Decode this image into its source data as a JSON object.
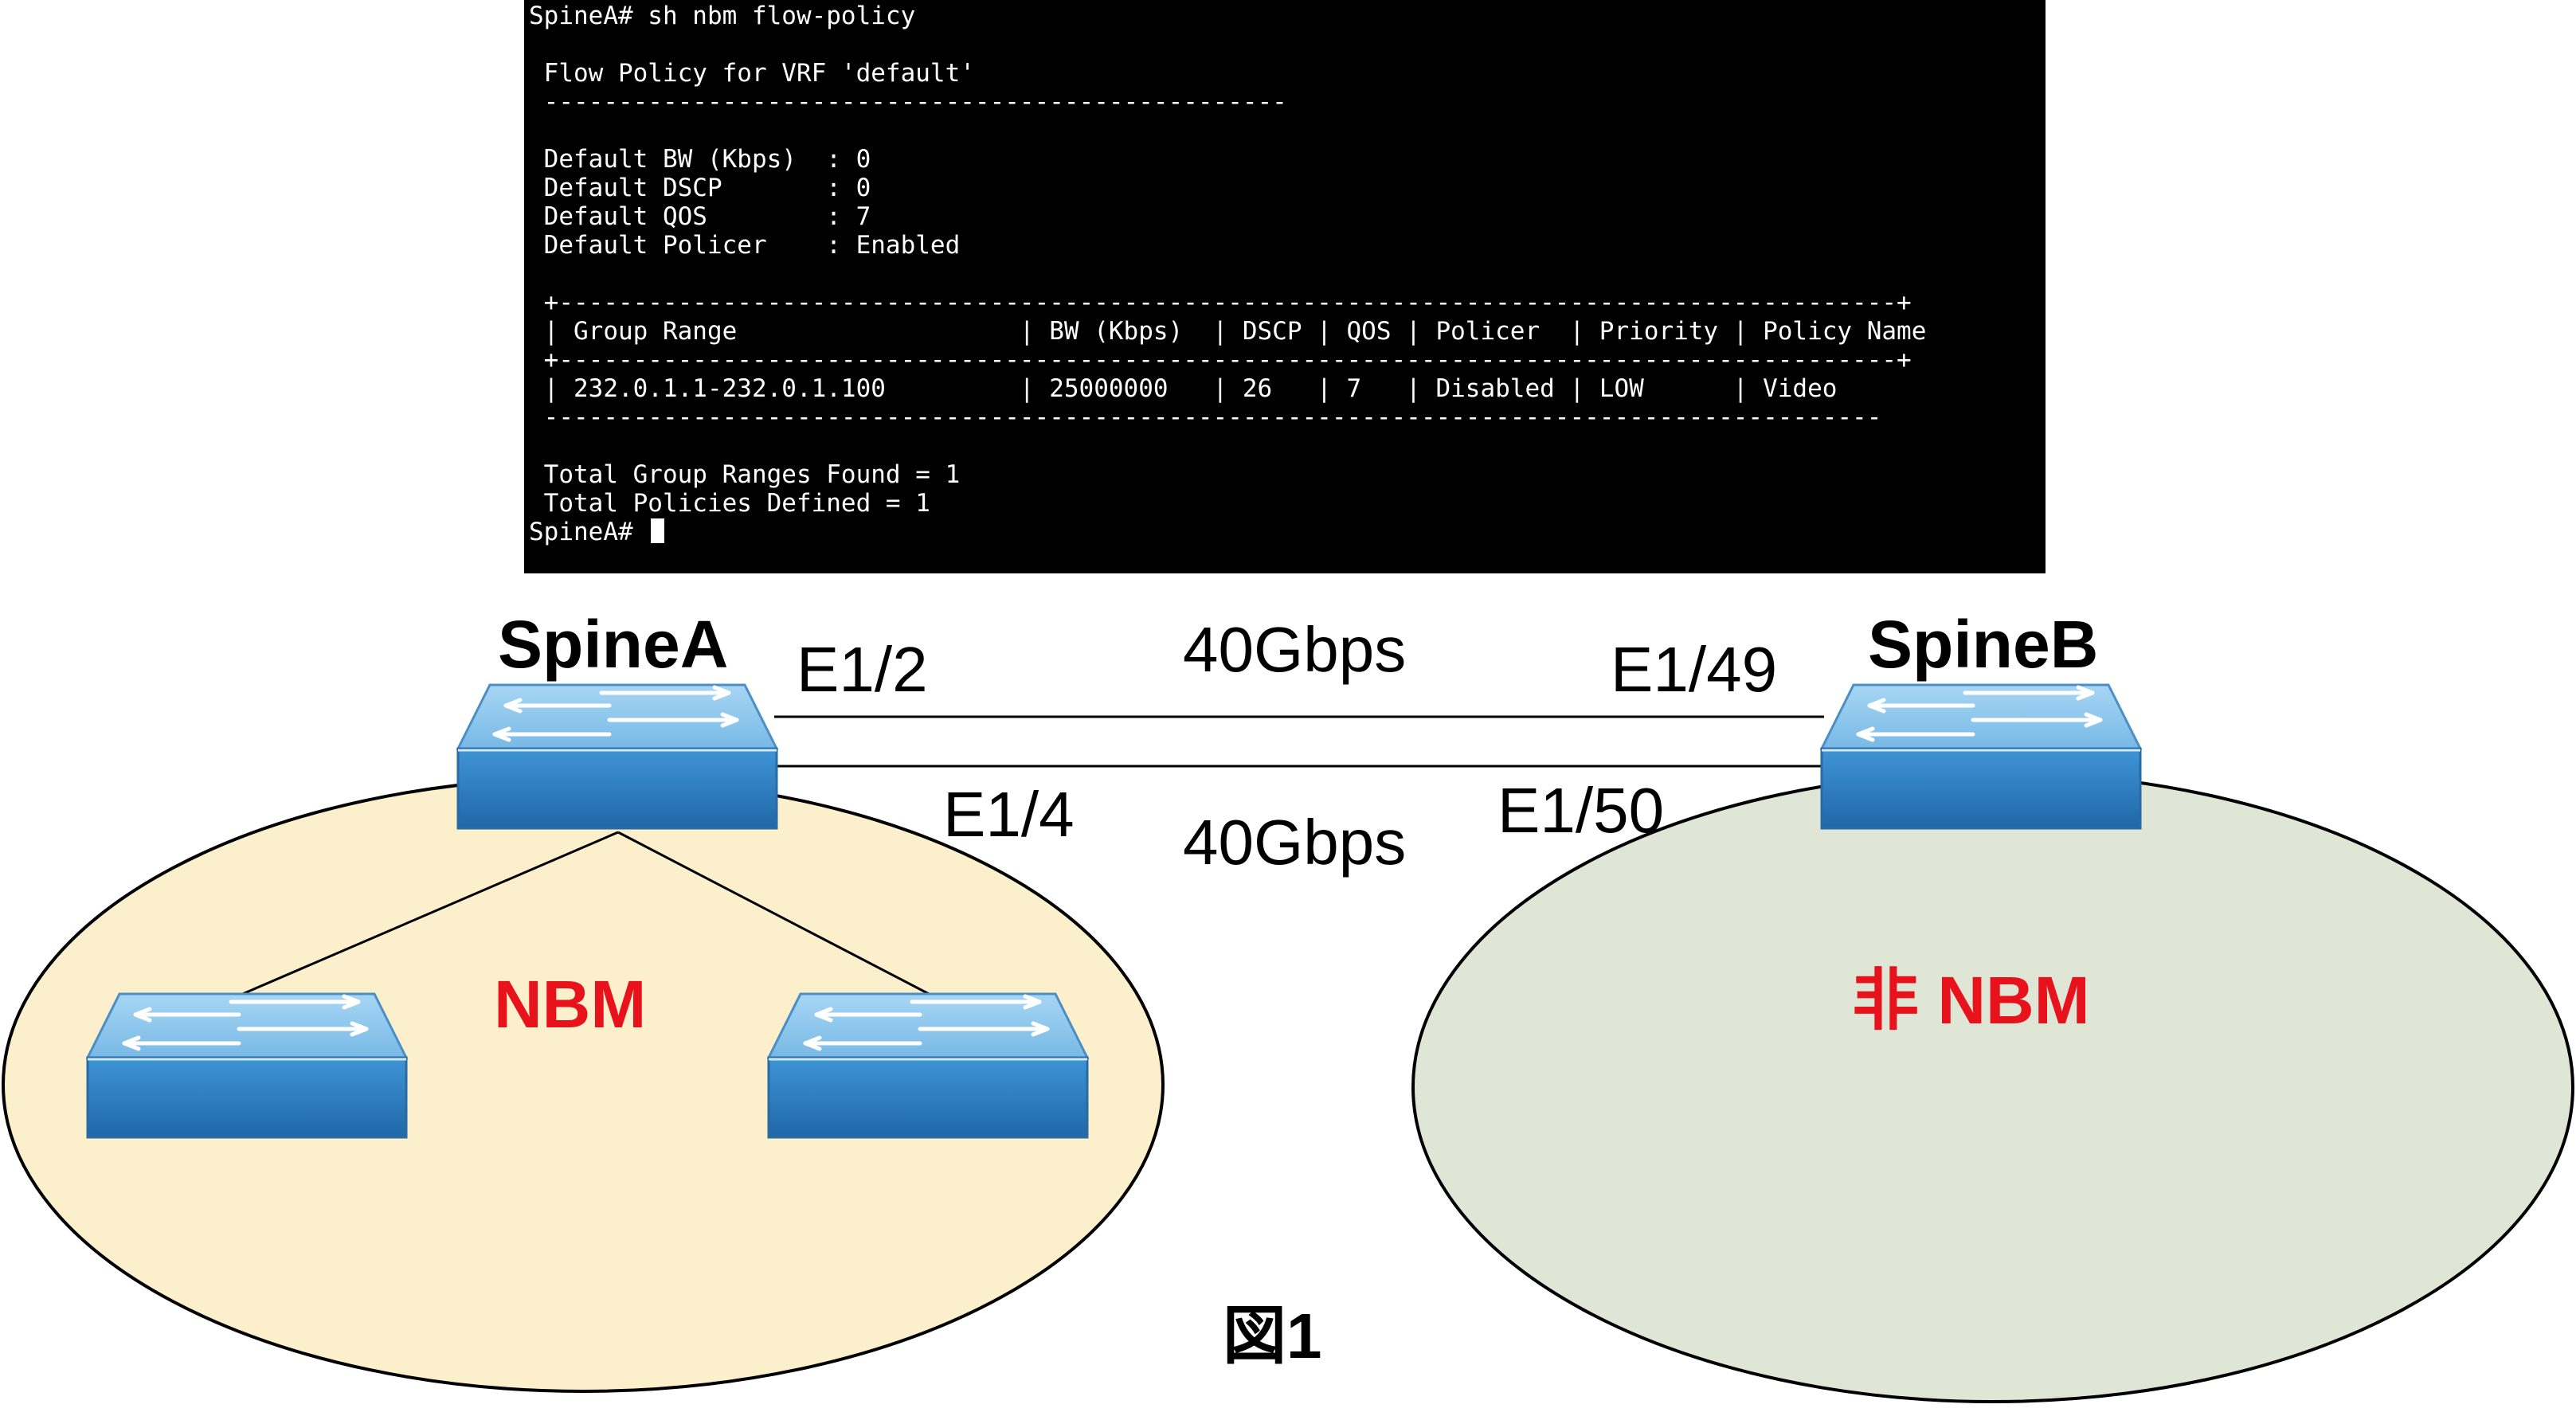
{
  "terminal": {
    "lines": [
      "SpineA# sh nbm flow-policy",
      "",
      " Flow Policy for VRF 'default'",
      " --------------------------------------------------",
      "",
      " Default BW (Kbps)  : 0",
      " Default DSCP       : 0",
      " Default QOS        : 7",
      " Default Policer    : Enabled",
      "",
      " +------------------------------------------------------------------------------------------+",
      " | Group Range                   | BW (Kbps)  | DSCP | QOS | Policer  | Priority | Policy Name",
      " +------------------------------------------------------------------------------------------+",
      " | 232.0.1.1-232.0.1.100         | 25000000   | 26   | 7   | Disabled | LOW      | Video",
      " ------------------------------------------------------------------------------------------",
      "",
      " Total Group Ranges Found = 1",
      " Total Policies Defined = 1"
    ],
    "prompt": "SpineA# "
  },
  "diagram": {
    "spine_a_label": "SpineA",
    "spine_b_label": "SpineB",
    "link_top_speed": "40Gbps",
    "link_bottom_speed": "40Gbps",
    "port_a_top": "E1/2",
    "port_a_bottom": "E1/4",
    "port_b_top": "E1/49",
    "port_b_bottom": "E1/50",
    "zone_left_label": "NBM",
    "zone_right_label": "非 NBM",
    "caption": "図1"
  },
  "colors": {
    "nbm_zone_fill": "#fcefcc",
    "non_nbm_zone_fill": "#dfe6d5",
    "label_red": "#e8121c",
    "switch_top": "#8ec8ee",
    "switch_side": "#2f7fc2"
  }
}
